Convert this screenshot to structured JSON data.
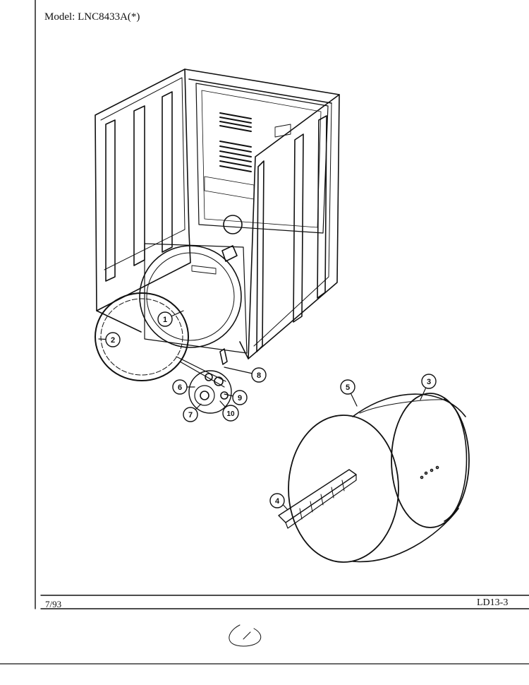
{
  "header": {
    "model": "Model:  LNC8433A(*)"
  },
  "footer": {
    "date": "7/93",
    "page_code": "LD13-3"
  },
  "callouts": [
    {
      "label": "1"
    },
    {
      "label": "2"
    },
    {
      "label": "3"
    },
    {
      "label": "4"
    },
    {
      "label": "5"
    },
    {
      "label": "6"
    },
    {
      "label": "7"
    },
    {
      "label": "8"
    },
    {
      "label": "9"
    },
    {
      "label": "10"
    }
  ]
}
